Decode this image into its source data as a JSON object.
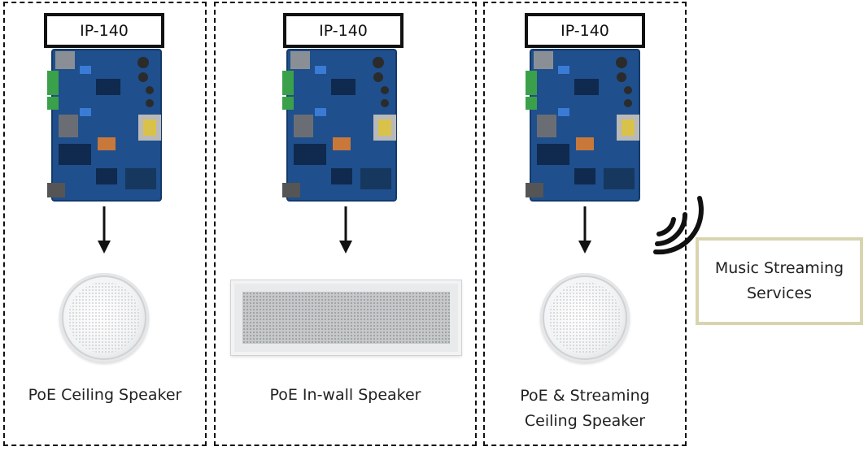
{
  "modules": [
    {
      "label": "IP-140",
      "caption_lines": [
        "PoE Ceiling Speaker"
      ]
    },
    {
      "label": "IP-140",
      "caption_lines": [
        "PoE In-wall Speaker"
      ]
    },
    {
      "label": "IP-140",
      "caption_lines": [
        "PoE & Streaming",
        "Ceiling Speaker"
      ]
    }
  ],
  "music_service": {
    "lines": [
      "Music Streaming",
      "Services"
    ]
  },
  "colors": {
    "pcb": "#1f4f8c",
    "border": "#111111",
    "service_border": "#d8d4b0"
  }
}
